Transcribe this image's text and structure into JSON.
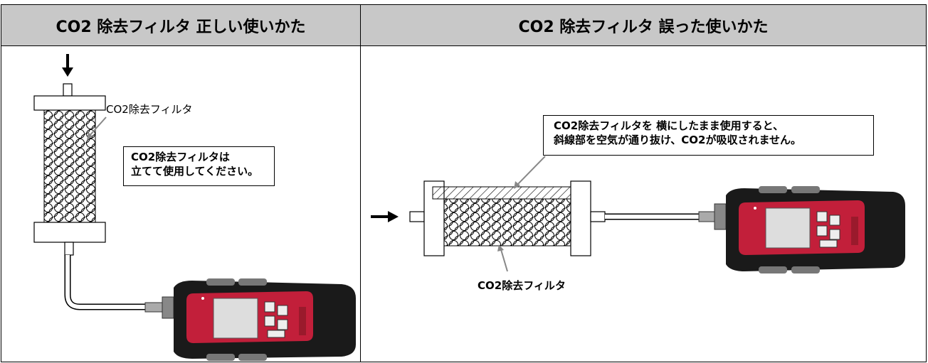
{
  "headers": {
    "left": "CO2 除去フィルタ 正しい使いかた",
    "right": "CO2 除去フィルタ 誤った使いかた"
  },
  "left_panel": {
    "filter_label": "CO2除去フィルタ",
    "note_line1": "CO2除去フィルタは",
    "note_line2": "立てて使用してください。"
  },
  "right_panel": {
    "note_line1": "CO2除去フィルタを 横にしたまま使用すると、",
    "note_line2": "斜線部を空気が通り抜け、CO2が吸収されません。",
    "filter_label": "CO2除去フィルタ"
  }
}
